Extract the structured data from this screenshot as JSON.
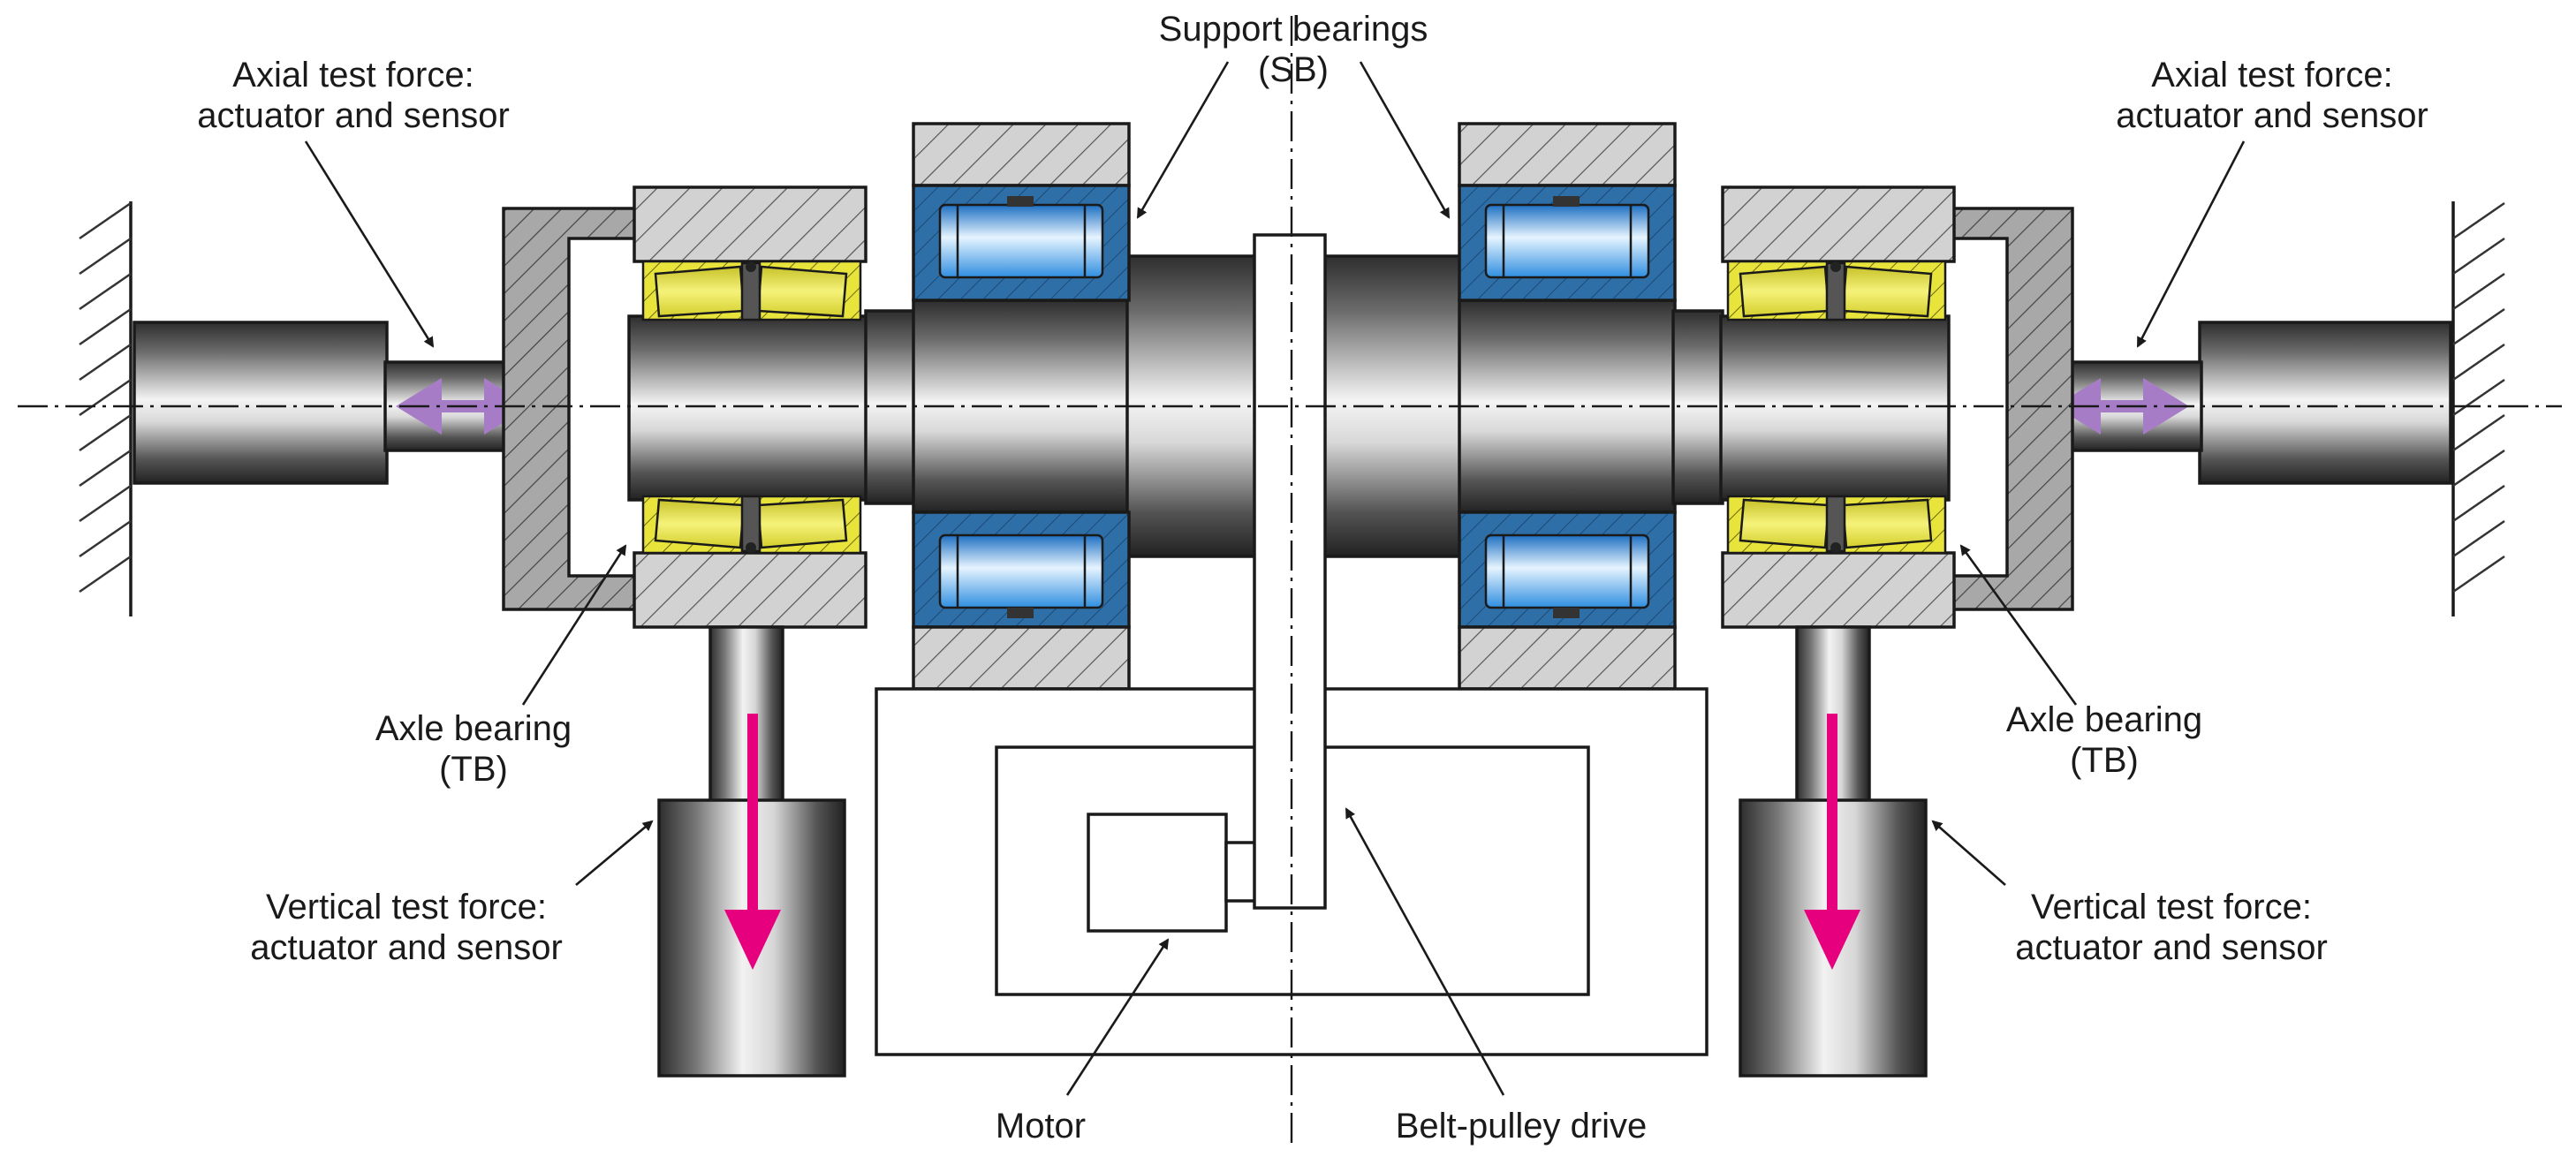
{
  "labels": {
    "support_bearings_line1": "Support bearings",
    "support_bearings_line2": "(SB)",
    "axial_left_line1": "Axial test force:",
    "axial_left_line2": "actuator and sensor",
    "axial_right_line1": "Axial test force:",
    "axial_right_line2": "actuator and sensor",
    "axle_left_line1": "Axle bearing",
    "axle_left_line2": "(TB)",
    "axle_right_line1": "Axle bearing",
    "axle_right_line2": "(TB)",
    "vertical_left_line1": "Vertical test force:",
    "vertical_left_line2": "actuator and sensor",
    "vertical_right_line1": "Vertical test force:",
    "vertical_right_line2": "actuator and sensor",
    "motor": "Motor",
    "belt_pulley": "Belt-pulley drive"
  },
  "colors": {
    "test_roller": "#e8e43c",
    "support_roller": "#4aa8f0",
    "support_cage": "#2f6fa8",
    "vertical_force_arrow": "#e6007e",
    "axial_force_arrow": "#a77cc7",
    "hatch": "#555555"
  },
  "icons": {
    "vertical_force": "down-arrow-icon",
    "axial_force": "double-arrow-icon"
  }
}
